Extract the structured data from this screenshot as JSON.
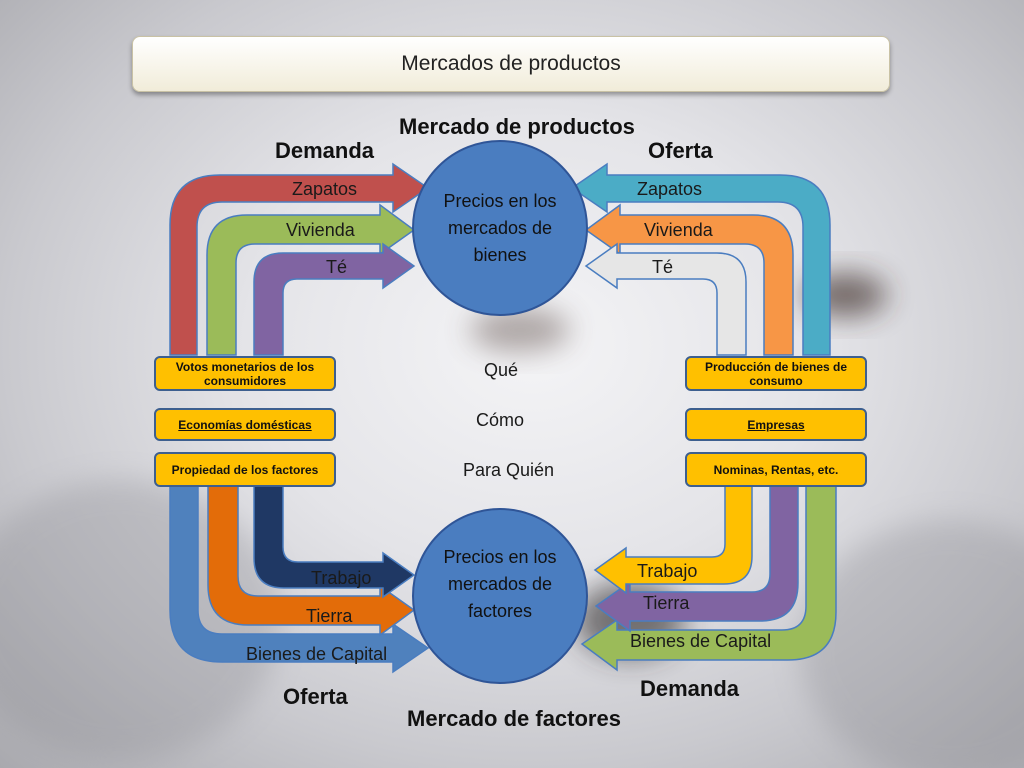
{
  "title": "Mercados de productos",
  "headings": {
    "top_market": "Mercado de productos",
    "bottom_market": "Mercado de factores",
    "top_left": "Demanda",
    "top_right": "Oferta",
    "bottom_left": "Oferta",
    "bottom_right": "Demanda"
  },
  "circles": {
    "goods": "Precios en los mercados de bienes",
    "factors": "Precios en los mercados de factores"
  },
  "center_words": [
    "Qué",
    "Cómo",
    "Para Quién"
  ],
  "left_boxes": [
    "Votos monetarios de los consumidores",
    "Economías domésticas",
    "Propiedad de los factores"
  ],
  "right_boxes": [
    "Producción de bienes de consumo",
    "Empresas",
    "Nominas, Rentas, etc."
  ],
  "arrows": {
    "top_left": [
      "Zapatos",
      "Vivienda",
      "Té"
    ],
    "top_right": [
      "Zapatos",
      "Vivienda",
      "Té"
    ],
    "bottom_left": [
      "Trabajo",
      "Tierra",
      "Bienes de Capital"
    ],
    "bottom_right": [
      "Trabajo",
      "Tierra",
      "Bienes de Capital"
    ]
  },
  "colors": {
    "circle": "#4a7dc0",
    "box": "#ffc000",
    "red": "#c0504d",
    "green": "#9bbb59",
    "purple": "#8064a2",
    "teal": "#4bacc6",
    "orange": "#f79646",
    "white": "#e6e6e6",
    "navy": "#1f3864",
    "dark_orange": "#e36c09",
    "blue": "#4f81bd",
    "gold": "#ffc000"
  }
}
